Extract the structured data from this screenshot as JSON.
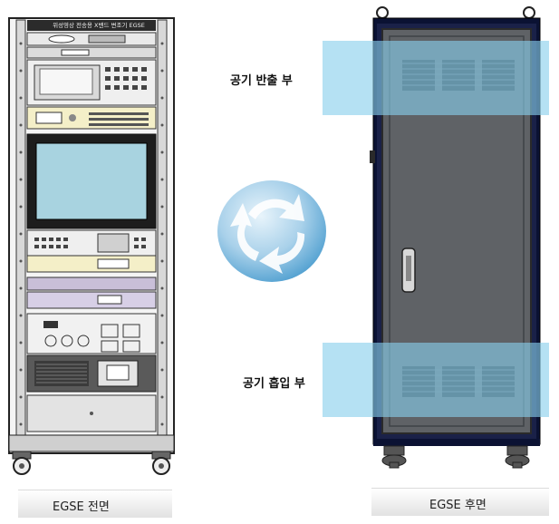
{
  "front_rack": {
    "title_plate": "위성영상 전송용 X밴드 변조기 EGSE",
    "caption": "EGSE 전면"
  },
  "rear_rack": {
    "caption": "EGSE 후면",
    "exhaust_label": "공기 반출 부",
    "intake_label": "공기 흡입 부"
  },
  "colors": {
    "airflow_zone": "#87CEEB",
    "rear_panel": "#5f6266",
    "rear_frame": "#0b1233",
    "monitor_screen": "#a8d3e0"
  },
  "icons": [
    "circulation-arrows-icon",
    "door-handle-icon",
    "caster-wheel-icon"
  ]
}
